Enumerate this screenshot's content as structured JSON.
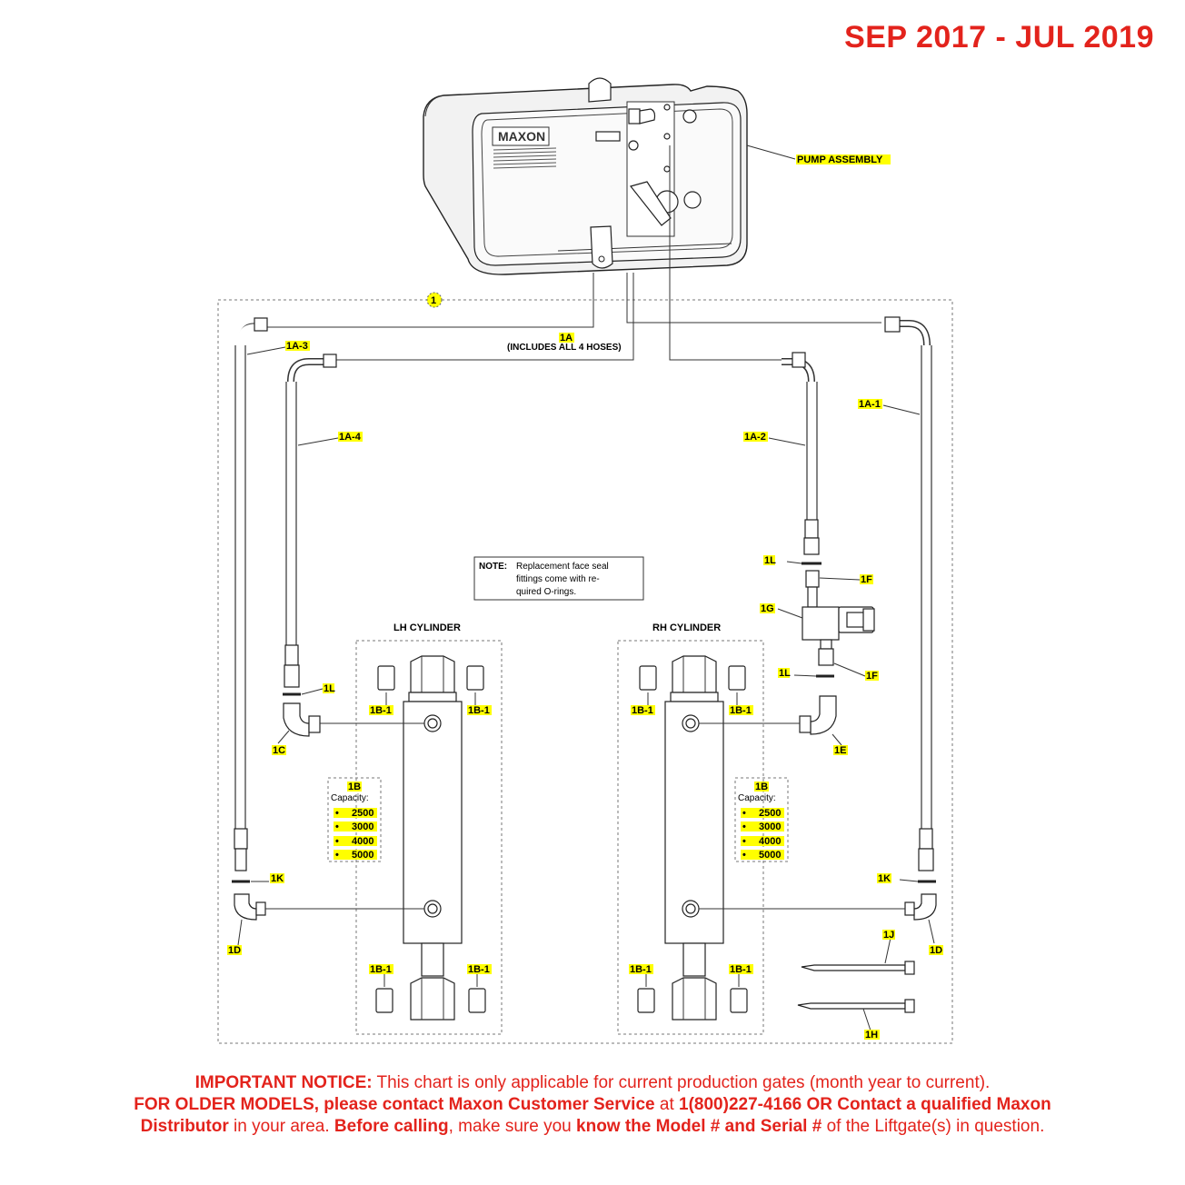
{
  "header": {
    "date_range": "SEP 2017 - JUL 2019"
  },
  "pump": {
    "brand": "MAXON",
    "label": "PUMP ASSEMBLY"
  },
  "labels": {
    "kit": "1",
    "hose_kit": "1A",
    "hose_kit_note": "(INCLUDES ALL 4 HOSES)",
    "hose1": "1A-1",
    "hose2": "1A-2",
    "hose3": "1A-3",
    "hose4": "1A-4",
    "lh_cylinder": "LH CYLINDER",
    "rh_cylinder": "RH CYLINDER",
    "bushing": "1B-1",
    "cylinder": "1B",
    "capacity": "Capacity:",
    "c": "1C",
    "d": "1D",
    "e": "1E",
    "f": "1F",
    "g": "1G",
    "h": "1H",
    "j": "1J",
    "k": "1K",
    "l": "1L"
  },
  "capacities": [
    "2500",
    "3000",
    "4000",
    "5000"
  ],
  "note": {
    "title": "NOTE:",
    "line1": "Replacement face seal",
    "line2": "fittings come with re-",
    "line3": "quired O-rings."
  },
  "notice": {
    "p1": "IMPORTANT NOTICE:",
    "p2": " This chart is only applicable for current production gates (month year to current).",
    "p3": "FOR OLDER MODELS, please contact Maxon Customer Service",
    "p4": " at ",
    "p5": "1(800)227-4166 OR Contact a qualified Maxon",
    "p6": "Distributor",
    "p7": " in your area. ",
    "p8": "Before calling",
    "p9": ", make sure you ",
    "p10": "know the Model # and Serial #",
    "p11": " of the Liftgate(s) in question."
  },
  "colors": {
    "accent": "#e3231c",
    "highlight": "#ffff00"
  }
}
